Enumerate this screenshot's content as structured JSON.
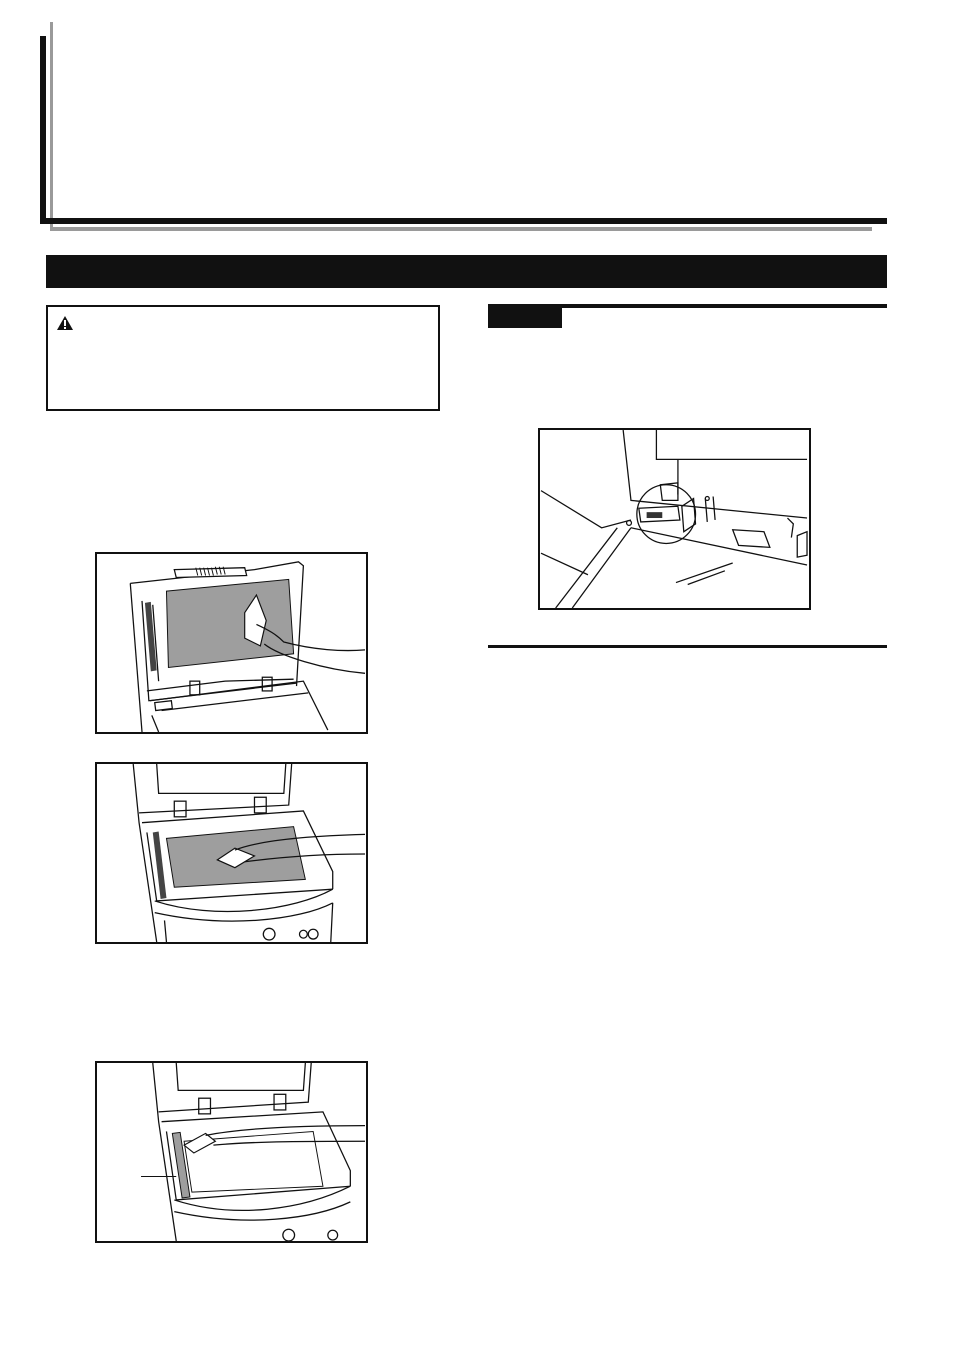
{
  "header": {
    "chapter_title": ""
  },
  "section": {
    "title": ""
  },
  "caution": {
    "icon": "warning-triangle-icon",
    "text": ""
  },
  "note": {
    "label": "",
    "text": ""
  },
  "figures": [
    {
      "name": "clean-platen-cover",
      "icon": "hand-wiping-cover-illustration"
    },
    {
      "name": "clean-platen-glass",
      "icon": "hand-wiping-glass-illustration"
    },
    {
      "name": "clean-slit-glass",
      "icon": "hand-wiping-slit-glass-illustration"
    },
    {
      "name": "cleaning-tool-location",
      "icon": "circled-part-illustration"
    }
  ],
  "colors": {
    "ink": "#111111",
    "rule_gray": "#9a9a9a",
    "shading_gray": "#9e9e9e"
  }
}
